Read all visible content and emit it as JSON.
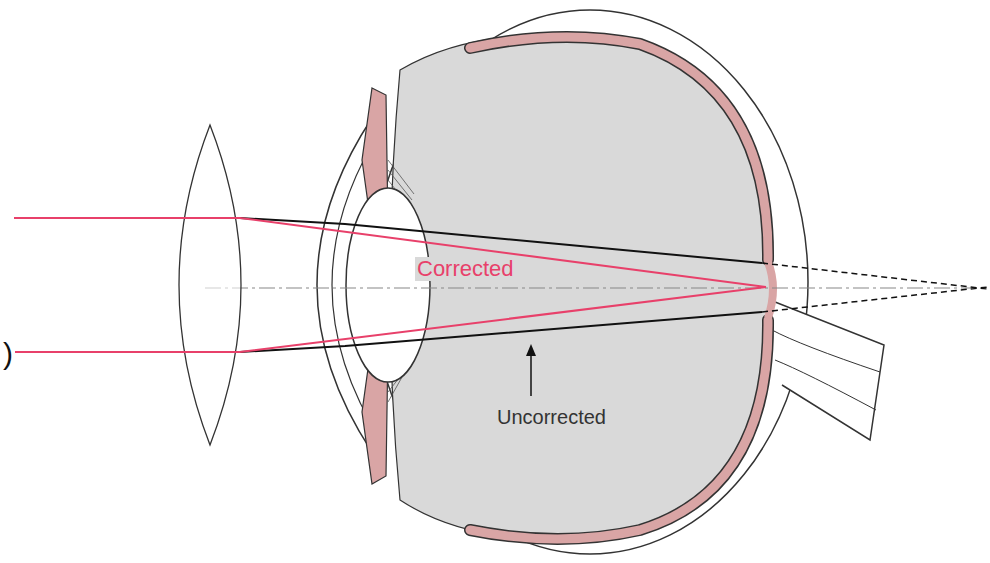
{
  "diagram": {
    "labels": [
      "Corrected",
      "Uncorrected",
      ")"
    ]
  }
}
